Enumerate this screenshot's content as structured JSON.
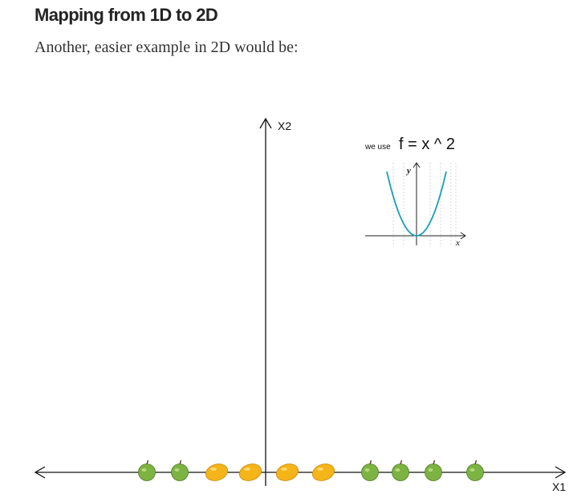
{
  "article": {
    "heading": "Mapping from 1D to 2D",
    "paragraph": "Another, easier example in 2D would be:"
  },
  "figure": {
    "x_axis_label": "X1",
    "y_axis_label": "X2",
    "equation_prefix": "we use",
    "equation": "f = x ^ 2",
    "inset_x_label": "x",
    "inset_y_label": "y",
    "curve_color": "#1a9fb0",
    "apple_color": "#7cb342",
    "lemon_color": "#f4b41a",
    "points": [
      "apple",
      "apple",
      "lemon",
      "lemon",
      "lemon",
      "lemon",
      "apple",
      "apple",
      "apple",
      "apple"
    ]
  }
}
